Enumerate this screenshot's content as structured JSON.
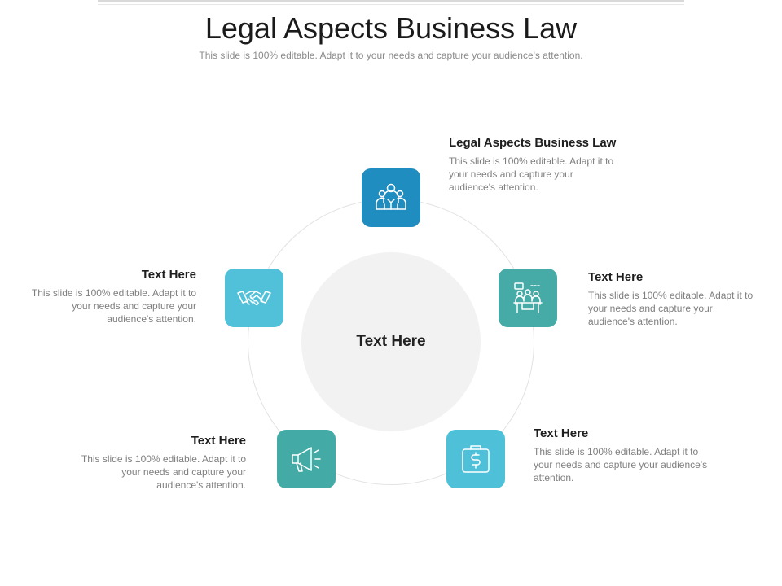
{
  "slide": {
    "title": "Legal Aspects Business Law",
    "subtitle": "This slide is 100% editable. Adapt it to your needs and capture your audience's attention."
  },
  "center": {
    "label": "Text Here"
  },
  "items": [
    {
      "title": "Legal Aspects Business Law",
      "body": "This slide is 100% editable. Adapt it to your needs and capture your audience's attention.",
      "icon": "team-icon",
      "color": "#1f8dbf"
    },
    {
      "title": "Text Here",
      "body": "This slide is 100% editable. Adapt it to your needs and capture your audience's attention.",
      "icon": "meeting-icon",
      "color": "#46aba6"
    },
    {
      "title": "Text Here",
      "body": "This slide is 100% editable. Adapt it to your needs and capture your audience's attention.",
      "icon": "money-briefcase-icon",
      "color": "#4ec0d8"
    },
    {
      "title": "Text Here",
      "body": "This slide is 100% editable. Adapt it to your needs and capture your audience's attention.",
      "icon": "megaphone-icon",
      "color": "#43aaa5"
    },
    {
      "title": "Text Here",
      "body": "This slide is 100% editable. Adapt it to your needs and capture your audience's attention.",
      "icon": "handshake-icon",
      "color": "#50c1d9"
    }
  ]
}
